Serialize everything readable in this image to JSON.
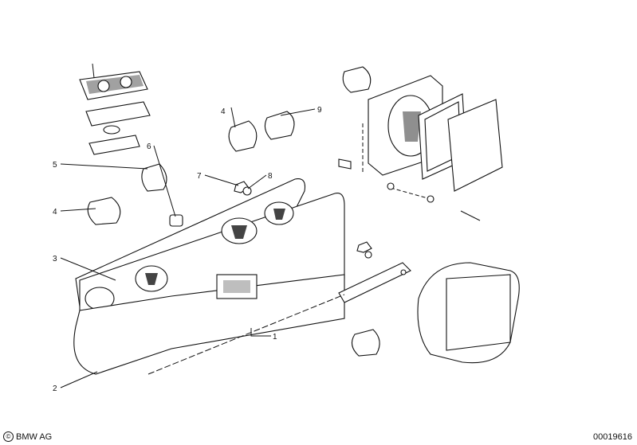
{
  "callouts": [
    {
      "id": "1",
      "text": "1"
    },
    {
      "id": "2",
      "text": "2"
    },
    {
      "id": "3",
      "text": "3"
    },
    {
      "id": "4a",
      "text": "4"
    },
    {
      "id": "4b",
      "text": "4"
    },
    {
      "id": "5",
      "text": "5"
    },
    {
      "id": "6",
      "text": "6"
    },
    {
      "id": "7",
      "text": "7"
    },
    {
      "id": "8",
      "text": "8"
    },
    {
      "id": "9",
      "text": "9"
    }
  ],
  "footer": {
    "brand": "BMW AG",
    "copyright_symbol": "©",
    "doc_number": "00019616"
  }
}
